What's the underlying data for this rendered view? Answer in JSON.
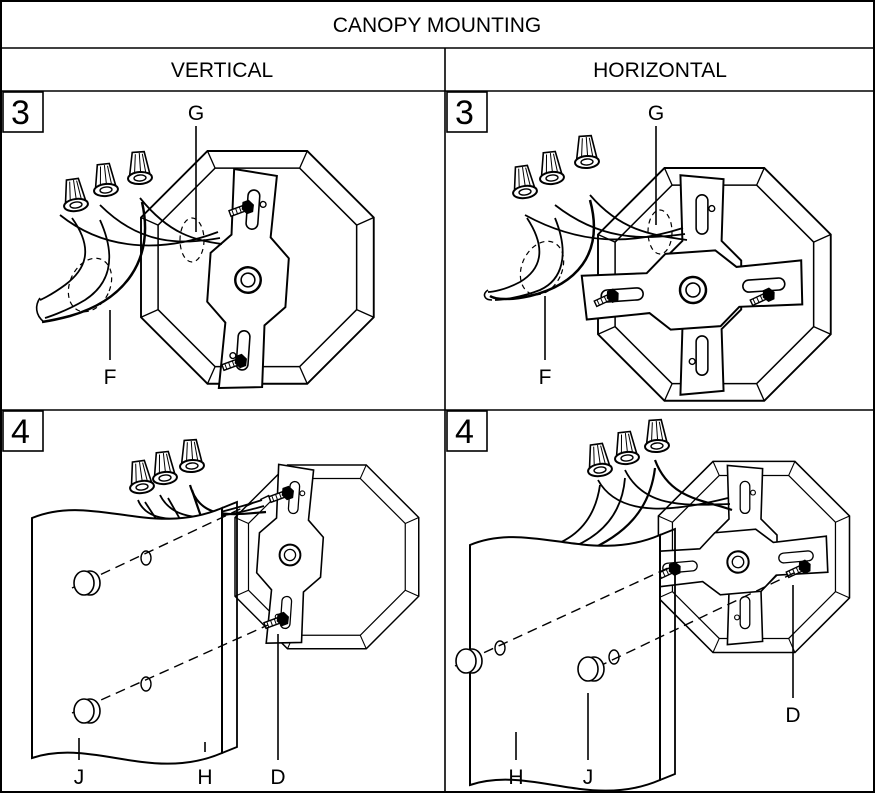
{
  "header": {
    "title": "CANOPY MOUNTING"
  },
  "columns": {
    "left": "VERTICAL",
    "right": "HORIZONTAL"
  },
  "panels": {
    "vertical_step3": {
      "step": "3",
      "labels": {
        "G": "G",
        "F": "F"
      }
    },
    "horizontal_step3": {
      "step": "3",
      "labels": {
        "G": "G",
        "F": "F"
      }
    },
    "vertical_step4": {
      "step": "4",
      "labels": {
        "J": "J",
        "H": "H",
        "D": "D"
      }
    },
    "horizontal_step4": {
      "step": "4",
      "labels": {
        "H": "H",
        "J": "J",
        "D": "D"
      }
    }
  }
}
